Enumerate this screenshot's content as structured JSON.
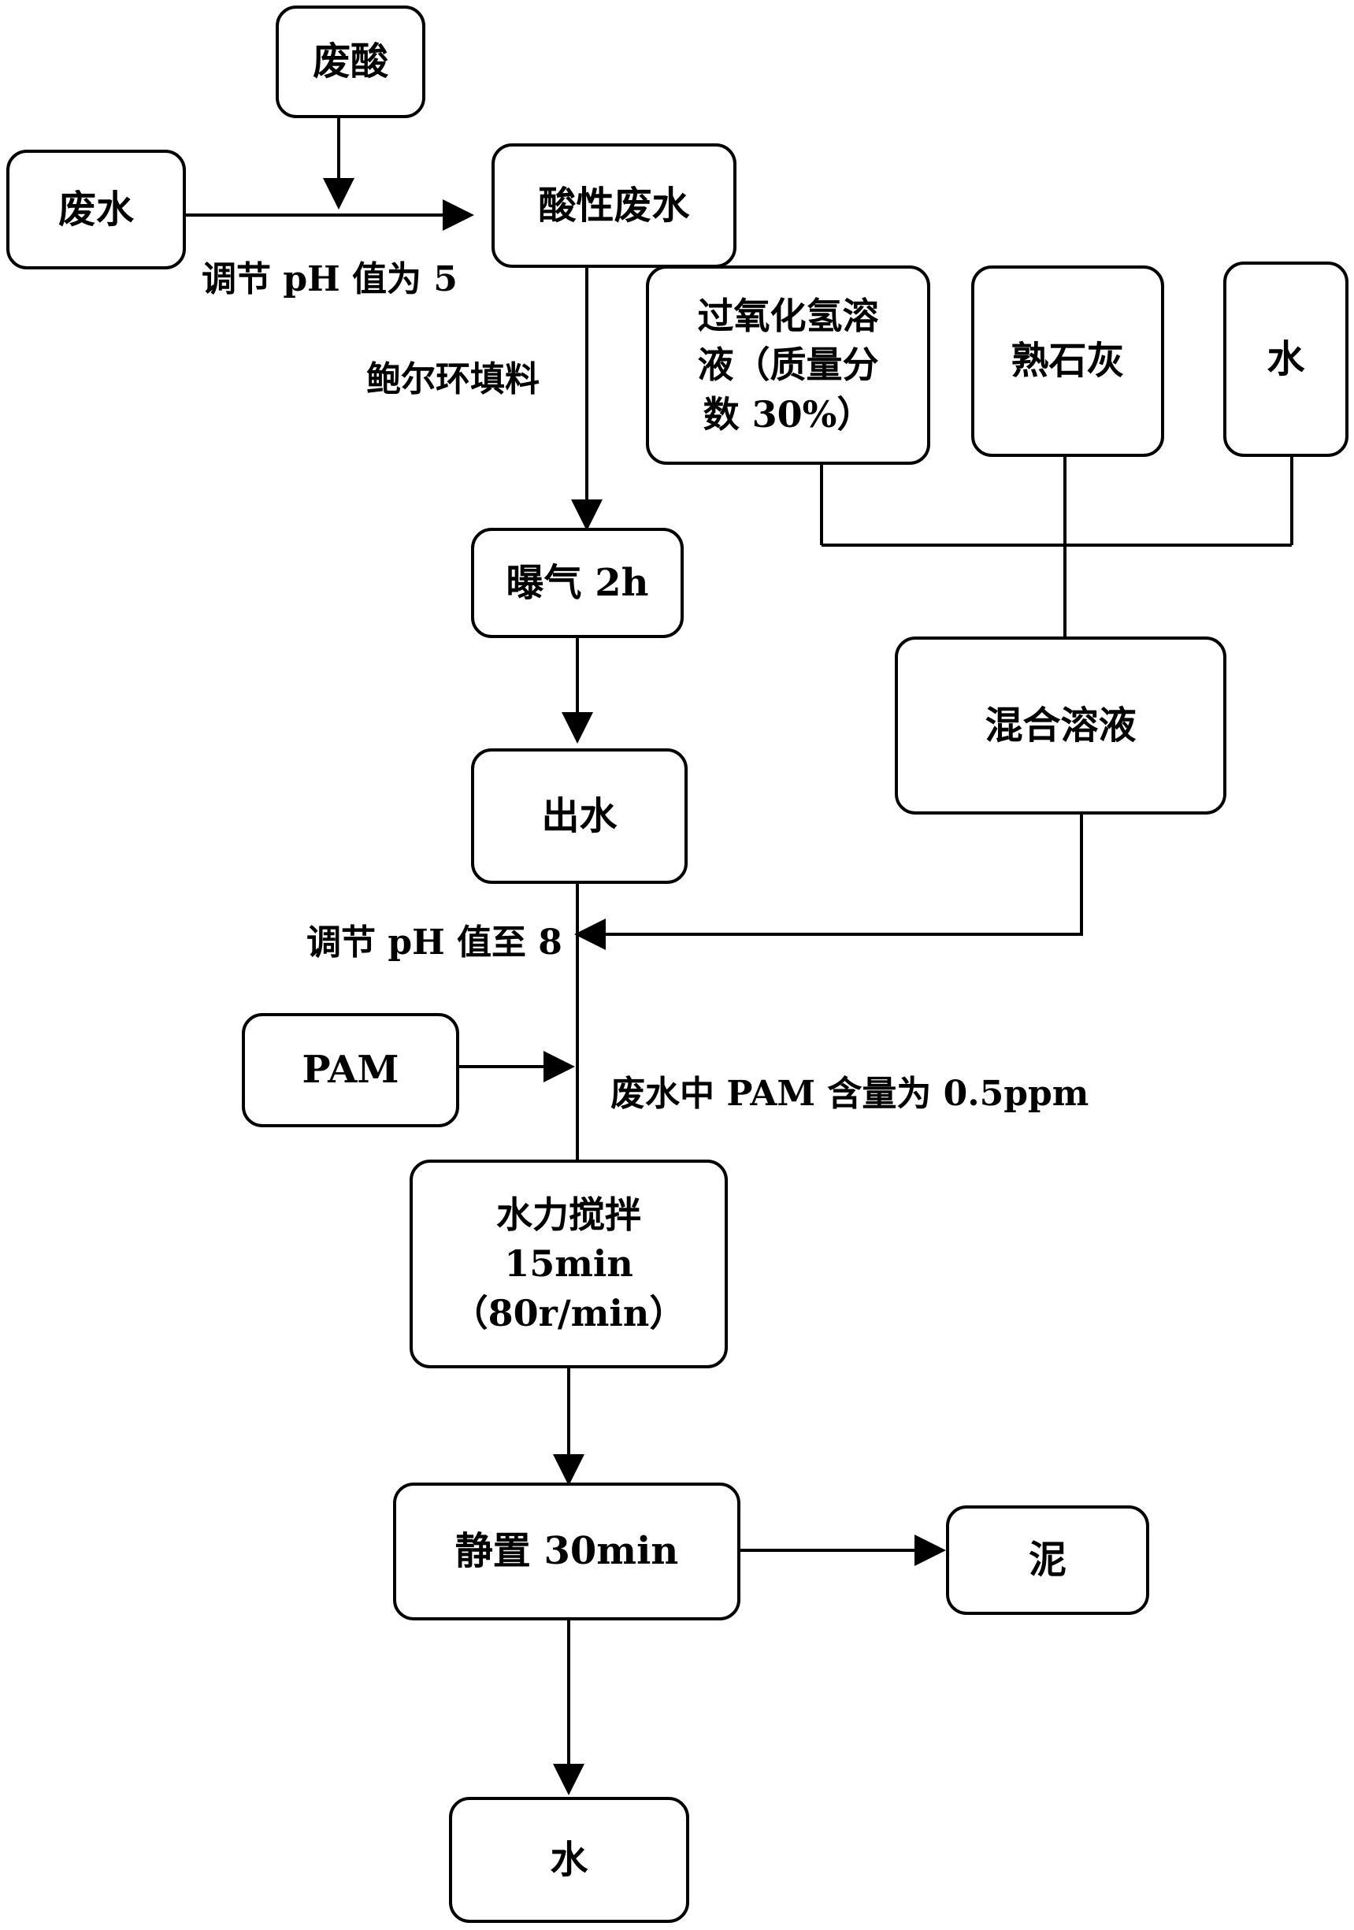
{
  "nodes": {
    "waste_acid": "废酸",
    "wastewater": "废水",
    "acidic_wastewater": "酸性废水",
    "h2o2_line1": "过氧化氢溶",
    "h2o2_line2": "液（质量分",
    "h2o2_line3": "数 30%）",
    "slaked_lime": "熟石灰",
    "water_top": "水",
    "aeration": "曝气 2h",
    "mixed_solution": "混合溶液",
    "effluent": "出水",
    "pam": "PAM",
    "stir_line1": "水力搅拌",
    "stir_line2": "15min",
    "stir_line3": "（80r/min）",
    "settle": "静置 30min",
    "sludge": "泥",
    "water_bottom": "水"
  },
  "labels": {
    "adjust_ph5": "调节 pH 值为 5",
    "pall_ring": "鲍尔环填料",
    "adjust_ph8": "调节 pH 值至 8",
    "pam_content": "废水中 PAM 含量为 0.5ppm"
  }
}
